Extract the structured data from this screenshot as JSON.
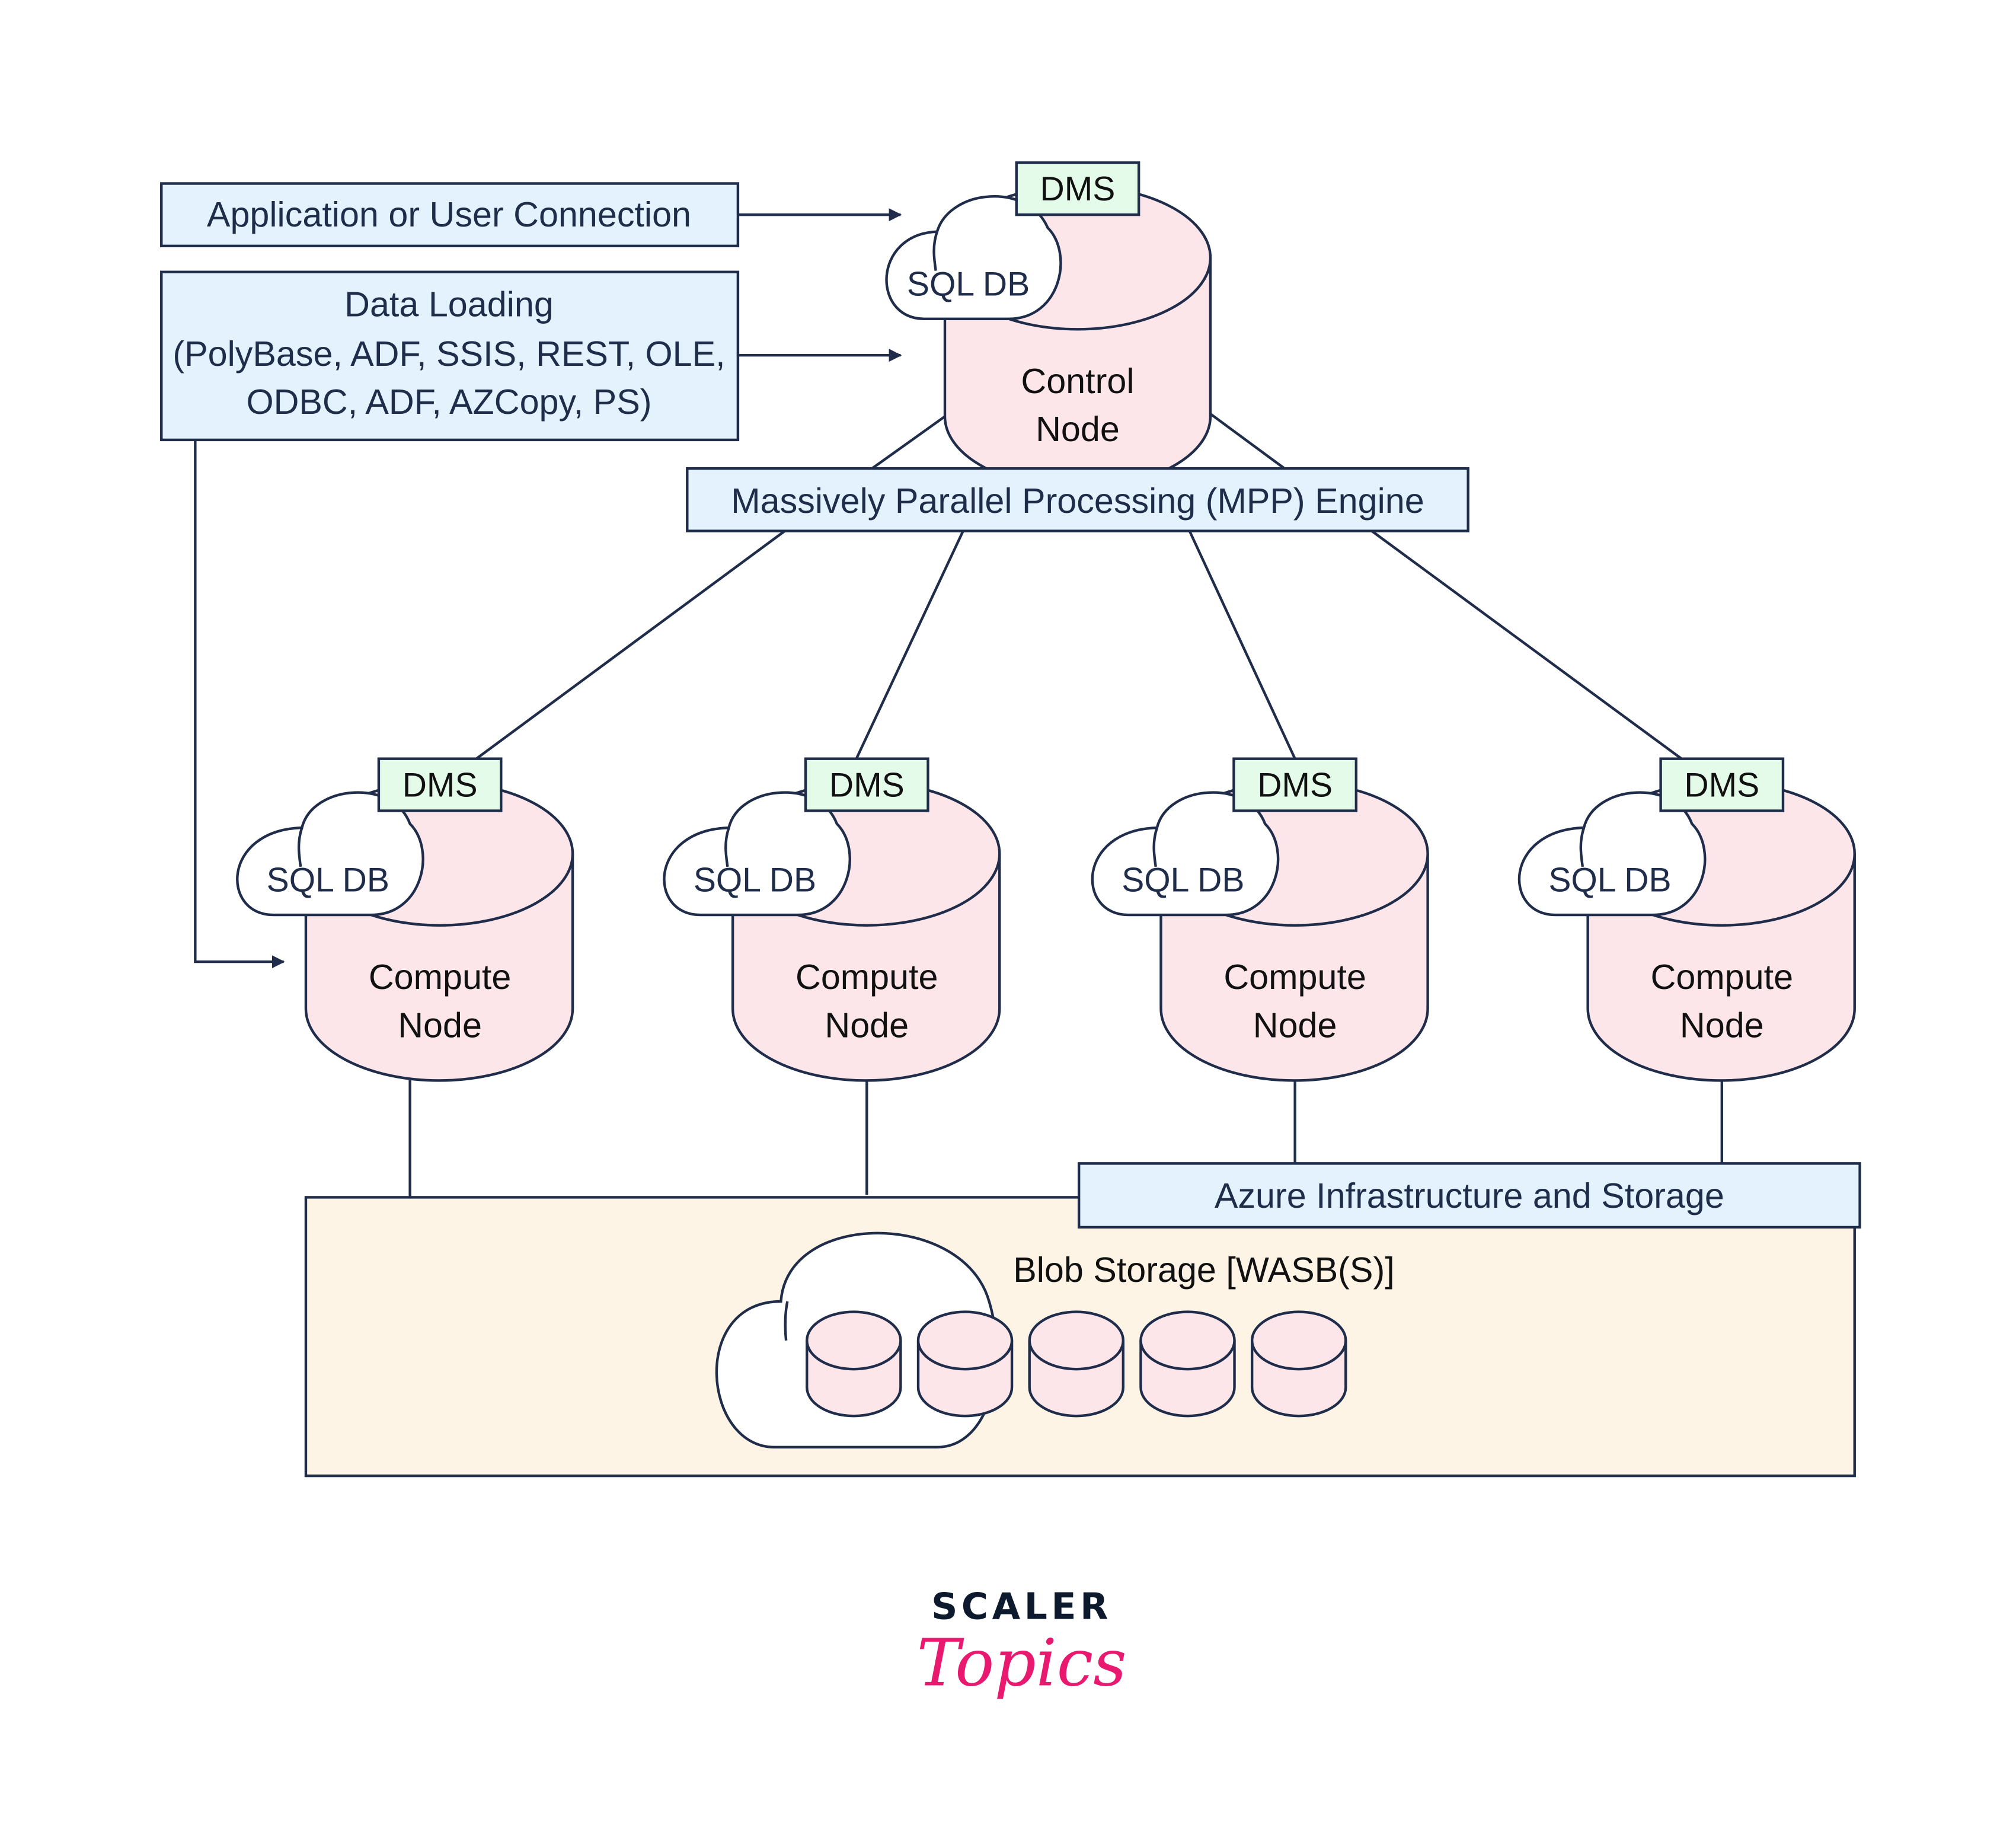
{
  "diagram": {
    "title": "Azure Synapse MPP Architecture",
    "colors": {
      "stroke": "#1f2d4a",
      "box_fill": "#e3f2fd",
      "dms_fill": "#e3fbe8",
      "node_fill": "#fde6e9",
      "cloud_fill": "#ffffff",
      "storage_fill": "#fdf4e6",
      "logo_pink": "#e8196f",
      "logo_dark": "#0d1a2e"
    },
    "inputs": {
      "app_connection": "Application or User Connection",
      "data_loading": {
        "line1": "Data Loading",
        "line2": "(PolyBase, ADF, SSIS, REST, OLE,",
        "line3": "ODBC, ADF, AZCopy, PS)"
      }
    },
    "control_node": {
      "dms": "DMS",
      "sql": "SQL DB",
      "line1": "Control",
      "line2": "Node"
    },
    "mpp_engine": "Massively Parallel Processing (MPP) Engine",
    "compute_nodes": [
      {
        "dms": "DMS",
        "sql": "SQL DB",
        "line1": "Compute",
        "line2": "Node"
      },
      {
        "dms": "DMS",
        "sql": "SQL DB",
        "line1": "Compute",
        "line2": "Node"
      },
      {
        "dms": "DMS",
        "sql": "SQL DB",
        "line1": "Compute",
        "line2": "Node"
      },
      {
        "dms": "DMS",
        "sql": "SQL DB",
        "line1": "Compute",
        "line2": "Node"
      }
    ],
    "azure_infra": "Azure Infrastructure and Storage",
    "blob_storage": {
      "label": "Blob Storage [WASB(S)]",
      "disk_count": 5
    },
    "logo": {
      "line1": "SCALER",
      "line2": "Topics"
    }
  }
}
